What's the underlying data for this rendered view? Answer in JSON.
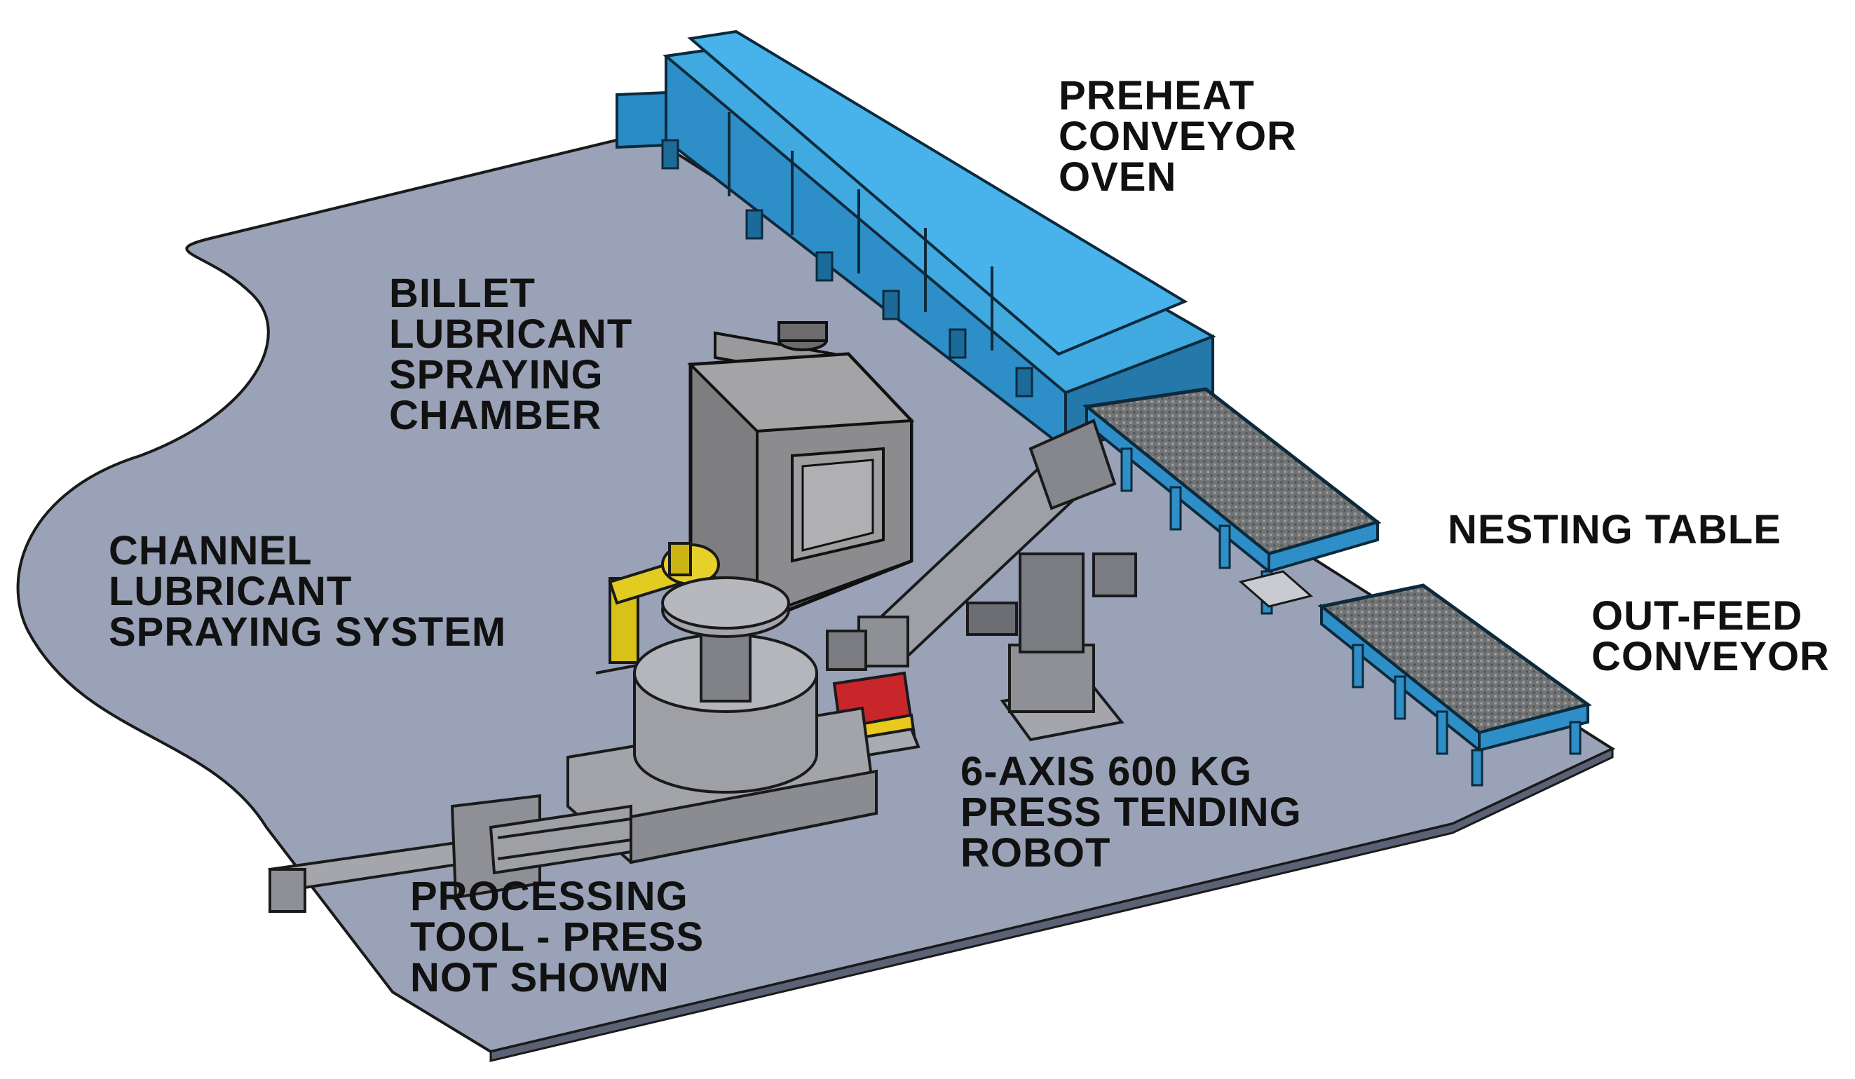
{
  "labels": {
    "preheat_oven": [
      "PREHEAT",
      "CONVEYOR",
      "OVEN"
    ],
    "billet_chamber": [
      "BILLET",
      "LUBRICANT",
      "SPRAYING",
      "CHAMBER"
    ],
    "channel_system": [
      "CHANNEL",
      "LUBRICANT",
      "SPRAYING SYSTEM"
    ],
    "nesting_table": [
      "NESTING TABLE"
    ],
    "outfeed_conveyor": [
      "OUT-FEED",
      "CONVEYOR"
    ],
    "robot": [
      "6-AXIS 600 KG",
      "PRESS TENDING",
      "ROBOT"
    ],
    "processing_tool": [
      "PROCESSING",
      "TOOL - PRESS",
      "NOT SHOWN"
    ]
  },
  "colors": {
    "floor": "#9aa2b8",
    "oven": "#2e96cf",
    "oven_top": "#3fa9e0",
    "chamber": "#8a8a8c",
    "robot": "#8e9096",
    "spray_arm": "#d8c21a",
    "gripper": "#c8262a",
    "press": "#9c9ea4",
    "conveyor_bed": "#6d6f72"
  }
}
